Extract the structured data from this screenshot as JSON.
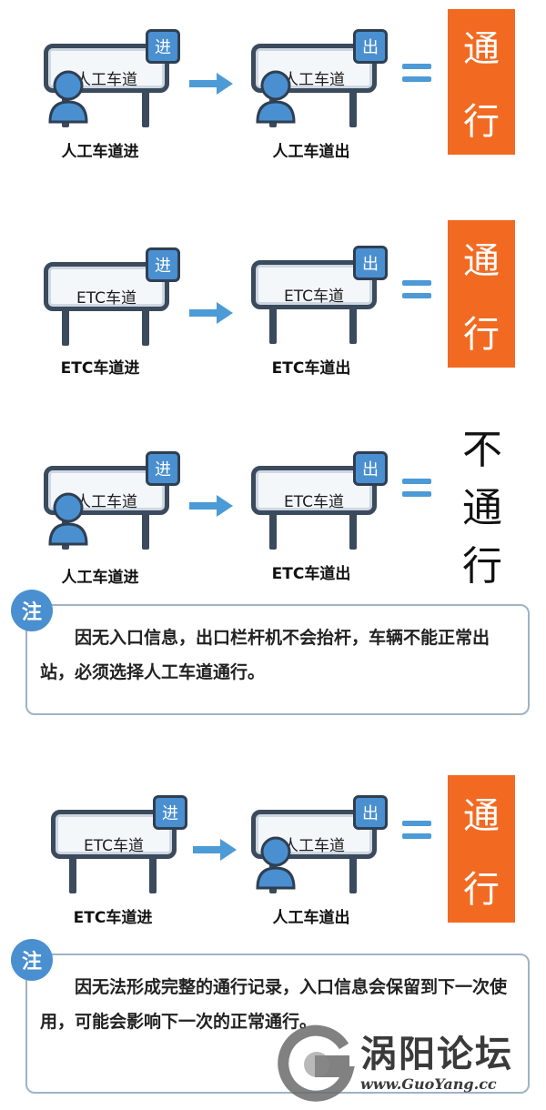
{
  "rows": [
    {
      "left": {
        "board": "人工车道",
        "tag": "进",
        "caption": "人工车道进",
        "person": true
      },
      "right": {
        "board": "人工车道",
        "tag": "出",
        "caption": "人工车道出",
        "person": true
      },
      "result": {
        "chars": [
          "通",
          "行"
        ],
        "style": "orange"
      }
    },
    {
      "left": {
        "board": "ETC车道",
        "tag": "进",
        "caption": "ETC车道进",
        "person": false
      },
      "right": {
        "board": "ETC车道",
        "tag": "出",
        "caption": "ETC车道出",
        "person": false
      },
      "result": {
        "chars": [
          "通",
          "行"
        ],
        "style": "orange"
      }
    },
    {
      "left": {
        "board": "人工车道",
        "tag": "进",
        "caption": "人工车道进",
        "person": true
      },
      "right": {
        "board": "ETC车道",
        "tag": "出",
        "caption": "ETC车道出",
        "person": false
      },
      "result": {
        "chars": [
          "不",
          "通",
          "行"
        ],
        "style": "plain"
      }
    },
    {
      "left": {
        "board": "ETC车道",
        "tag": "进",
        "caption": "ETC车道进",
        "person": false
      },
      "right": {
        "board": "人工车道",
        "tag": "出",
        "caption": "人工车道出",
        "person": true
      },
      "result": {
        "chars": [
          "通",
          "行"
        ],
        "style": "orange"
      }
    }
  ],
  "notes": [
    {
      "badge": "注",
      "text": "因无入口信息，出口栏杆机不会抬杆，车辆不能正常出站，必须选择人工车道通行。"
    },
    {
      "badge": "注",
      "text": "因无法形成完整的通行记录，入口信息会保留到下一次使用，可能会影响下一次的正常通行。"
    }
  ],
  "watermark": {
    "title": "涡阳论坛",
    "url": "www.GuoYang.cc"
  },
  "colors": {
    "orange": "#f26a22",
    "blue": "#4a8fd0",
    "frame": "#3b4a5c",
    "equals": "#4c9ad6"
  }
}
